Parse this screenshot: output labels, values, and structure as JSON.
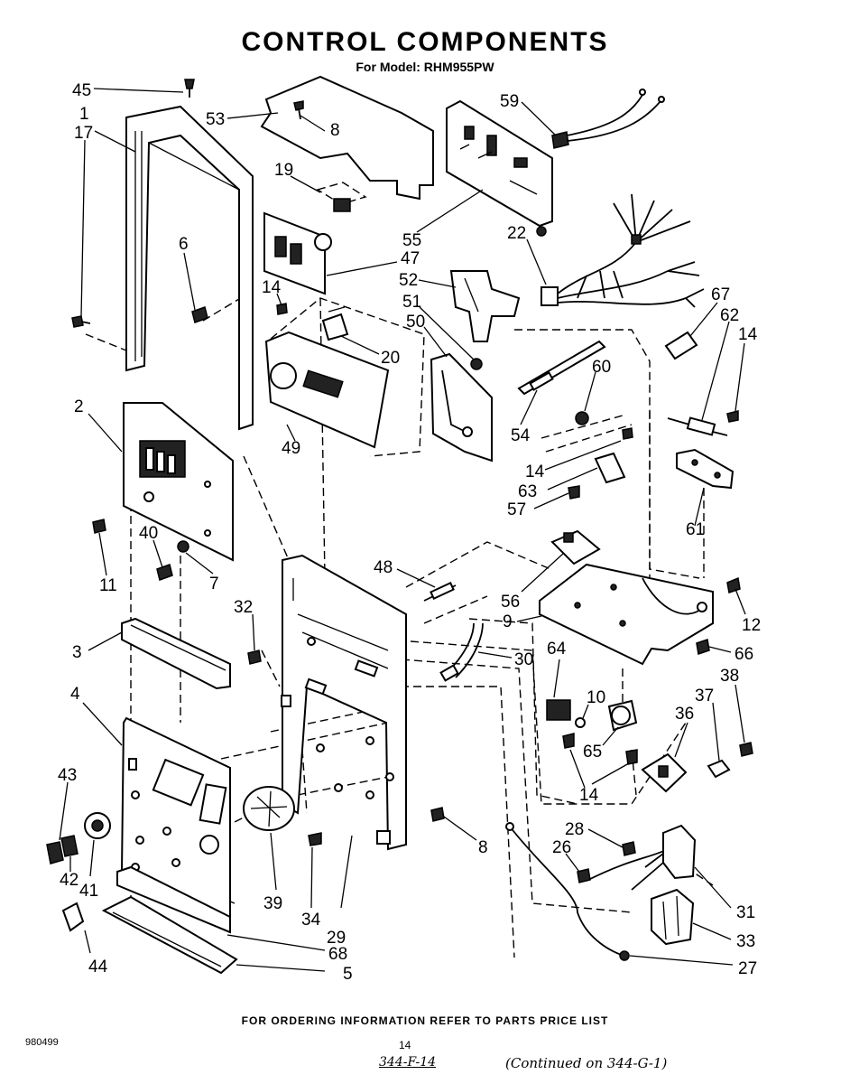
{
  "header": {
    "title": "CONTROL COMPONENTS",
    "subtitle": "For Model: RHM955PW"
  },
  "footer": {
    "ordering_note": "FOR ORDERING INFORMATION REFER TO PARTS PRICE LIST",
    "doc_code": "980499",
    "page_number": "14",
    "handwritten_ref": "344-F-14",
    "handwritten_continued": "(Continued on 344-G-1)"
  },
  "callouts": {
    "c45": "45",
    "c1": "1",
    "c17": "17",
    "c53": "53",
    "c8a": "8",
    "c59": "59",
    "c19": "19",
    "c6": "6",
    "c55": "55",
    "c47": "47",
    "c22": "22",
    "c52": "52",
    "c14a": "14",
    "c51": "51",
    "c67": "67",
    "c50": "50",
    "c20": "20",
    "c62": "62",
    "c14b": "14",
    "c60": "60",
    "c2": "2",
    "c54": "54",
    "c49": "49",
    "c14c": "14",
    "c63": "63",
    "c57": "57",
    "c61": "61",
    "c40": "40",
    "c11": "11",
    "c7": "7",
    "c48": "48",
    "c56": "56",
    "c12": "12",
    "c32": "32",
    "c9": "9",
    "c3": "3",
    "c30": "30",
    "c64": "64",
    "c66": "66",
    "c38": "38",
    "c4": "4",
    "c10": "10",
    "c37": "37",
    "c36": "36",
    "c65": "65",
    "c43": "43",
    "c14d": "14",
    "c28": "28",
    "c8b": "8",
    "c26": "26",
    "c42": "42",
    "c41": "41",
    "c39": "39",
    "c34": "34",
    "c29": "29",
    "c31": "31",
    "c33": "33",
    "c44": "44",
    "c68": "68",
    "c5": "5",
    "c27": "27"
  }
}
